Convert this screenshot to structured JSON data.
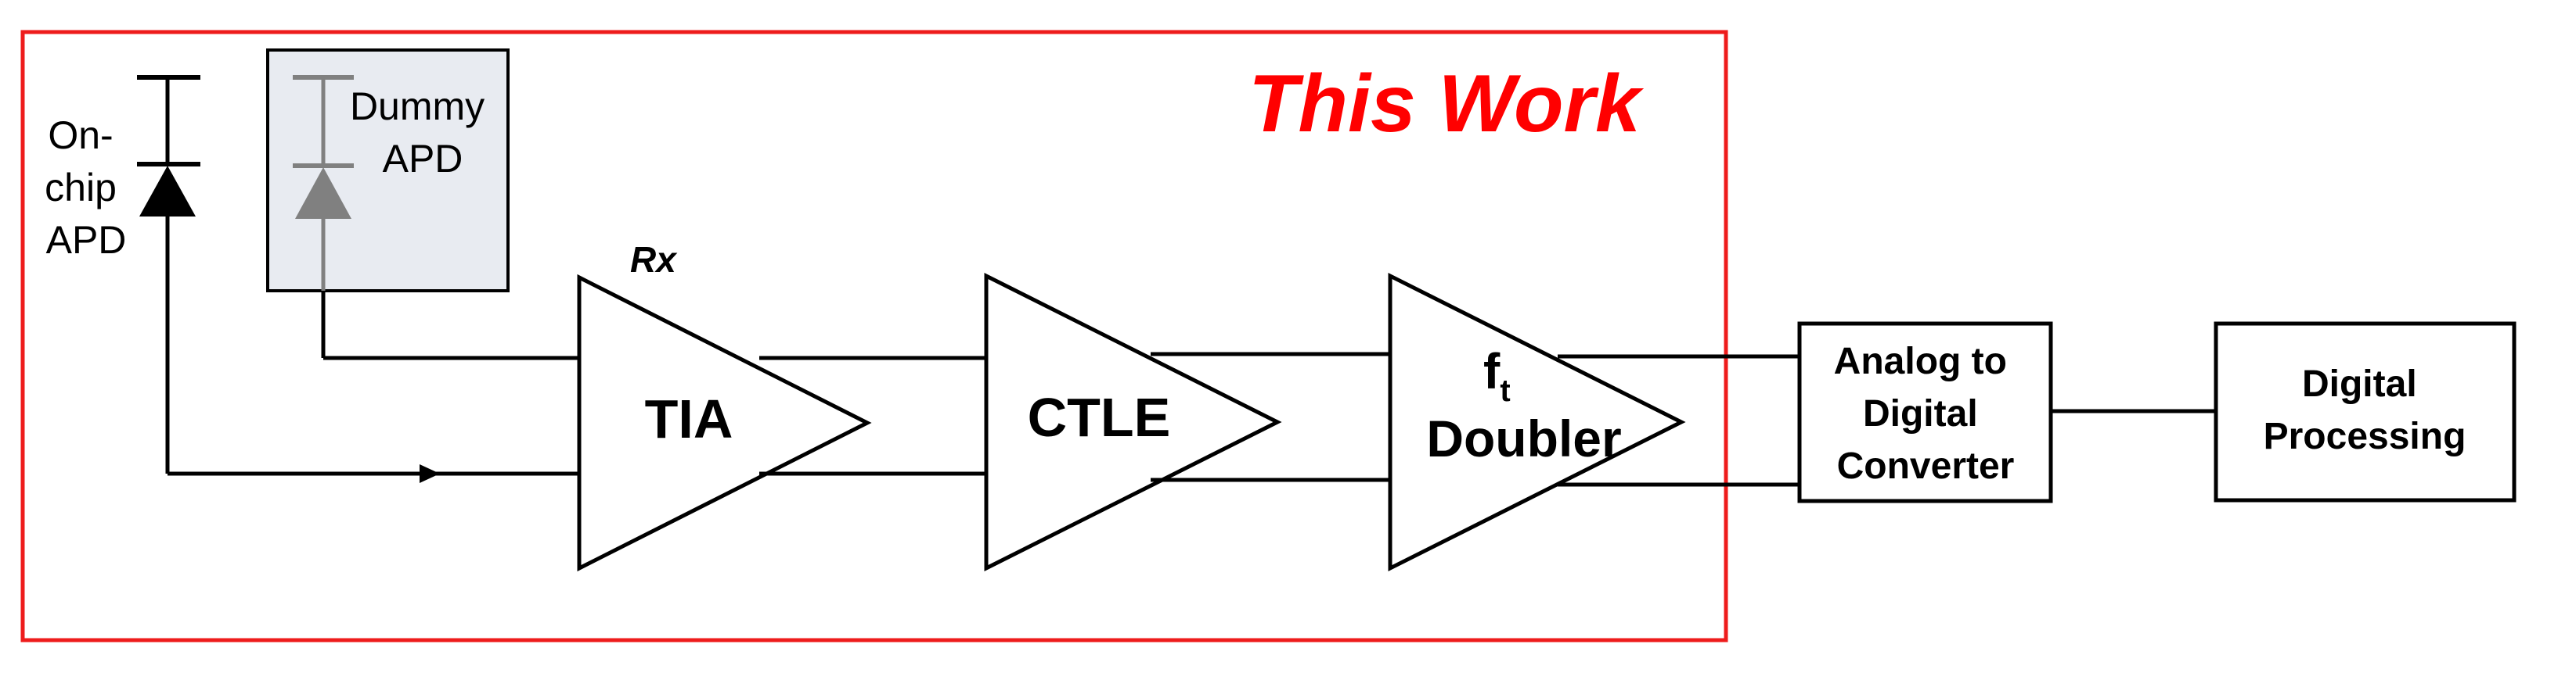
{
  "title": "This Work",
  "rx_label": "Rx",
  "on_chip_apd": {
    "line1": "On-",
    "line2": "chip",
    "line3": "APD"
  },
  "dummy_apd": {
    "line1": "Dummy",
    "line2": "APD"
  },
  "blocks": {
    "tia": "TIA",
    "ctle": "CTLE",
    "ft_doubler": {
      "f": "f",
      "sub": "t",
      "name": "Doubler"
    },
    "adc": {
      "line1": "Analog to",
      "line2": "Digital",
      "line3": "Converter"
    },
    "dsp": {
      "line1": "Digital",
      "line2": "Processing"
    }
  },
  "colors": {
    "frame": "#ee1c1c",
    "title": "#ff0000",
    "dummy_fill": "#e8ebf1",
    "dummy_diode": "#808080",
    "line": "#000000"
  }
}
